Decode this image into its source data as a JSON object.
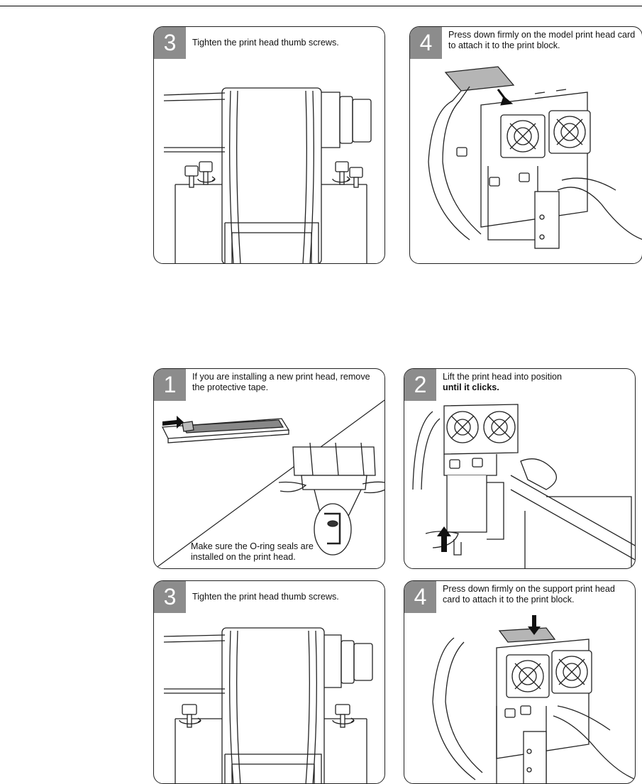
{
  "panels": {
    "p_top3": {
      "step": "3",
      "text": "Tighten the print head thumb screws."
    },
    "p_top4": {
      "step": "4",
      "text": "Press down firmly on the model print head card to attach it to the print block."
    },
    "p_mid1": {
      "step": "1",
      "text": "If you are installing a new print head, remove the protective tape.",
      "note": "Make sure the O-ring seals are installed on the print head."
    },
    "p_mid2": {
      "step": "2",
      "text": "Lift the print head into position",
      "bold": "until it clicks."
    },
    "p_bot3": {
      "step": "3",
      "text": "Tighten the print head thumb screws."
    },
    "p_bot4": {
      "step": "4",
      "text": "Press  down firmly on the support print head card to attach it to the print block."
    }
  },
  "colors": {
    "badge": "#8c8c8c",
    "line": "#222222"
  }
}
